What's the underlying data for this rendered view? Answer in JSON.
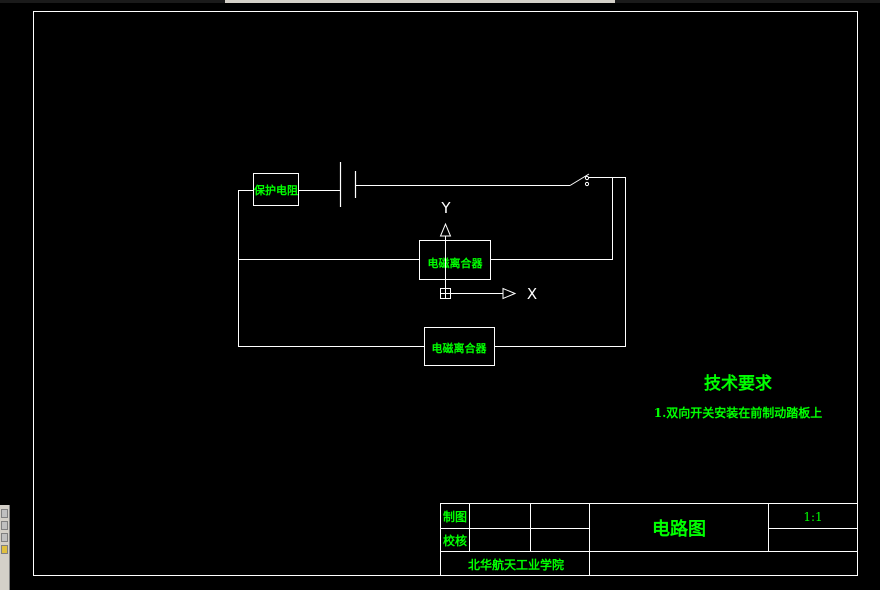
{
  "colors": {
    "background": "#000000",
    "line": "#ffffff",
    "text": "#00ff00"
  },
  "components": {
    "resistor_label": "保护电阻",
    "coupler_top_label": "电磁离合器",
    "coupler_bottom_label": "电磁离合器"
  },
  "axes": {
    "y_label": "Y",
    "x_label": "X"
  },
  "requirements": {
    "heading": "技术要求",
    "item_1": "1.双向开关安装在前制动踏板上"
  },
  "title_block": {
    "drawn_label": "制图",
    "checked_label": "校核",
    "drawing_title": "电路图",
    "scale": "1:1",
    "institution": "北华航天工业学院"
  },
  "icons": {
    "ucs": "ucs-icon",
    "battery": "battery-icon",
    "switch": "switch-icon"
  }
}
